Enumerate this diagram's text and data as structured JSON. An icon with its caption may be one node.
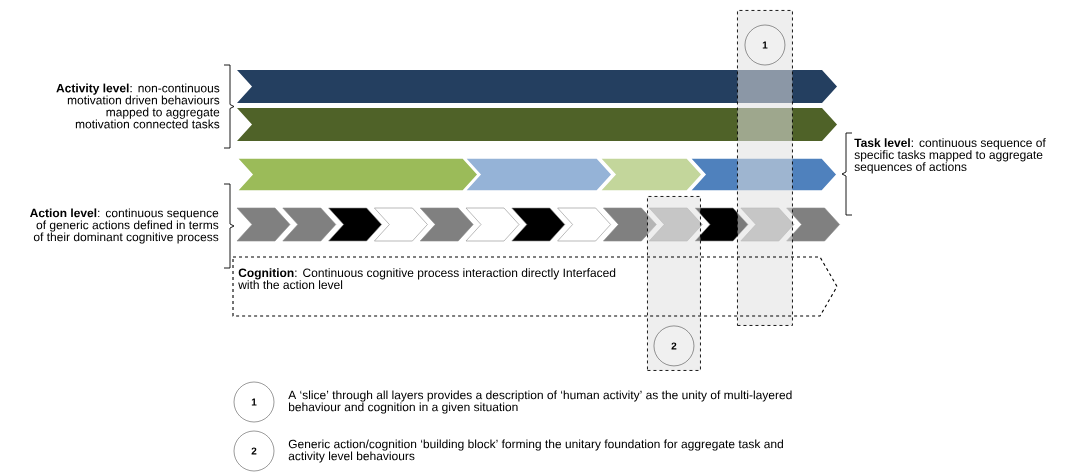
{
  "diagram": {
    "nodes": [
      {
        "text": [],
        "shape": "box"
      },
      {
        "text": [
          "1"
        ],
        "in": 0
      },
      {
        "text": [],
        "shape": "box"
      },
      {
        "text": [
          "2"
        ],
        "in": 2
      },
      {
        "text": [
          "**Cognition**: Continuous cognitive process interaction directly Interfaced with the action level"
        ]
      },
      {
        "text": [
          "1"
        ],
        "beside": [
          "A ‘slice’ through all layers provides a description of ‘human activity’ as the unity of multi-layered behaviour and cognition in a given situation"
        ]
      },
      {
        "text": [
          "2"
        ],
        "beside": [
          "Generic action/cognition ‘building block’ forming the unitary foundation for aggregate task and activity level behaviours"
        ]
      }
    ],
    "edges": [],
    "labels": [
      "**Activity level**: non-continuous motivation driven behaviours mapped to aggregate motivation connected tasks",
      "**Task level**: continuous sequence of specific tasks mapped to aggregate sequences of actions",
      "**Action level**: continuous sequence of generic actions defined in terms of their dominant cognitive process"
    ]
  }
}
